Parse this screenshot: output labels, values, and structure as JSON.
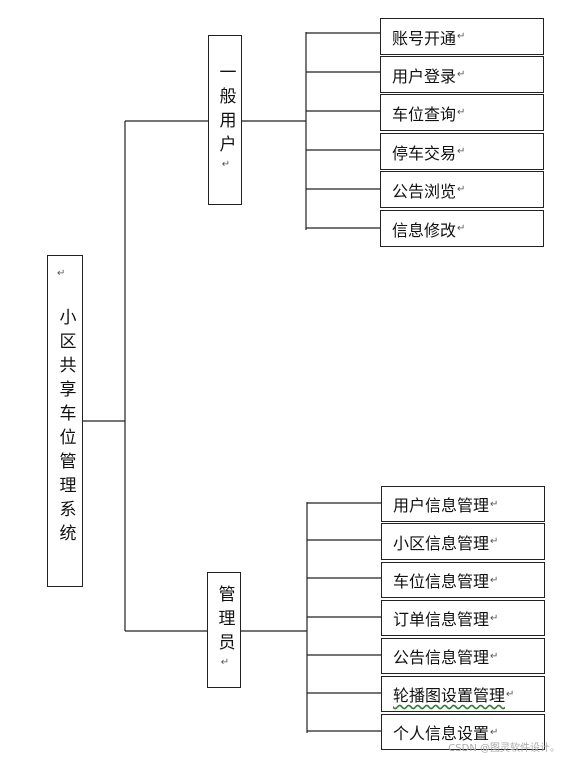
{
  "root": {
    "label": "小区共享车位管理系统",
    "mark": "↵"
  },
  "branches": [
    {
      "id": "user",
      "label": "一般用户",
      "mark": "↵",
      "items": [
        {
          "label": "账号开通",
          "mark": "↵"
        },
        {
          "label": "用户登录",
          "mark": "↵"
        },
        {
          "label": "车位查询",
          "mark": "↵"
        },
        {
          "label": "停车交易",
          "mark": "↵"
        },
        {
          "label": "公告浏览",
          "mark": "↵"
        },
        {
          "label": "信息修改",
          "mark": "↵"
        }
      ]
    },
    {
      "id": "admin",
      "label": "管理员",
      "mark": "↵",
      "items": [
        {
          "label": "用户信息管理",
          "mark": "↵"
        },
        {
          "label": "小区信息管理",
          "mark": "↵"
        },
        {
          "label": "车位信息管理",
          "mark": "↵"
        },
        {
          "label": "订单信息管理",
          "mark": "↵"
        },
        {
          "label": "公告信息管理",
          "mark": "↵"
        },
        {
          "label": "轮播图设置管理",
          "mark": "↵"
        },
        {
          "label": "个人信息设置",
          "mark": "↵"
        }
      ]
    }
  ],
  "watermark": "CSDN @图灵软件设计。"
}
